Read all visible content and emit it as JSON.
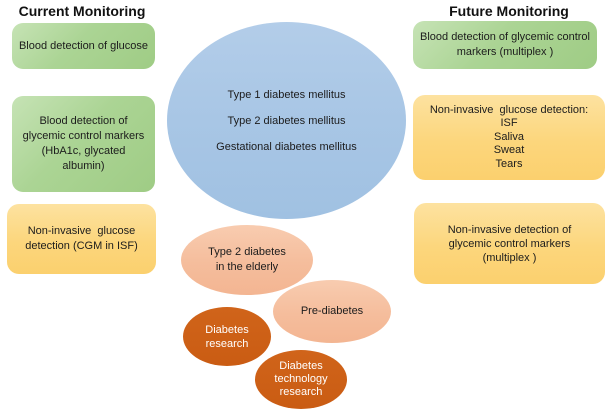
{
  "left_column": {
    "header": "Current Monitoring",
    "boxes": [
      {
        "id": "blood-glucose",
        "lines": [
          "Blood detection of glucose"
        ]
      },
      {
        "id": "glycemic-markers",
        "lines": [
          "Blood detection of",
          "glycemic control markers",
          "(HbA1c, glycated",
          "albumin)"
        ]
      },
      {
        "id": "noninvasive-cgm",
        "lines": [
          "Non-invasive  glucose",
          "detection (CGM in ISF)"
        ]
      }
    ]
  },
  "right_column": {
    "header": "Future Monitoring",
    "boxes": [
      {
        "id": "blood-multiplex",
        "lines": [
          "Blood detection of glycemic control",
          "markers (multiplex )"
        ]
      },
      {
        "id": "noninvasive-fluids",
        "lines": [
          "Non-invasive  glucose detection:",
          "ISF",
          "Saliva",
          "Sweat",
          "Tears"
        ]
      },
      {
        "id": "noninvasive-multiplex",
        "lines": [
          "Non-invasive detection of",
          "glycemic control markers",
          "(multiplex )"
        ]
      }
    ]
  },
  "center": {
    "main_ellipse": {
      "lines": [
        "Type 1 diabetes mellitus",
        "Type 2 diabetes mellitus",
        "Gestational diabetes mellitus"
      ]
    },
    "sub_ellipses": [
      {
        "id": "type2-elderly",
        "style": "salmon",
        "lines": [
          "Type 2 diabetes",
          "in the elderly"
        ]
      },
      {
        "id": "pre-diabetes",
        "style": "salmon",
        "lines": [
          "Pre-diabetes"
        ]
      },
      {
        "id": "diabetes-research",
        "style": "dark-orange",
        "lines": [
          "Diabetes",
          "research"
        ]
      },
      {
        "id": "diabetes-technology-research",
        "style": "dark-orange",
        "lines": [
          "Diabetes",
          "technology",
          "research"
        ]
      }
    ]
  },
  "colors": {
    "green_box": "#a6d18d",
    "yellow_box": "#fcd67c",
    "blue_ellipse": "#a8c6e5",
    "salmon_ellipse": "#f5bd9c",
    "dark_orange_ellipse": "#ca5c13",
    "text": "#1c1c1c",
    "inverse_text": "#ffffff"
  }
}
